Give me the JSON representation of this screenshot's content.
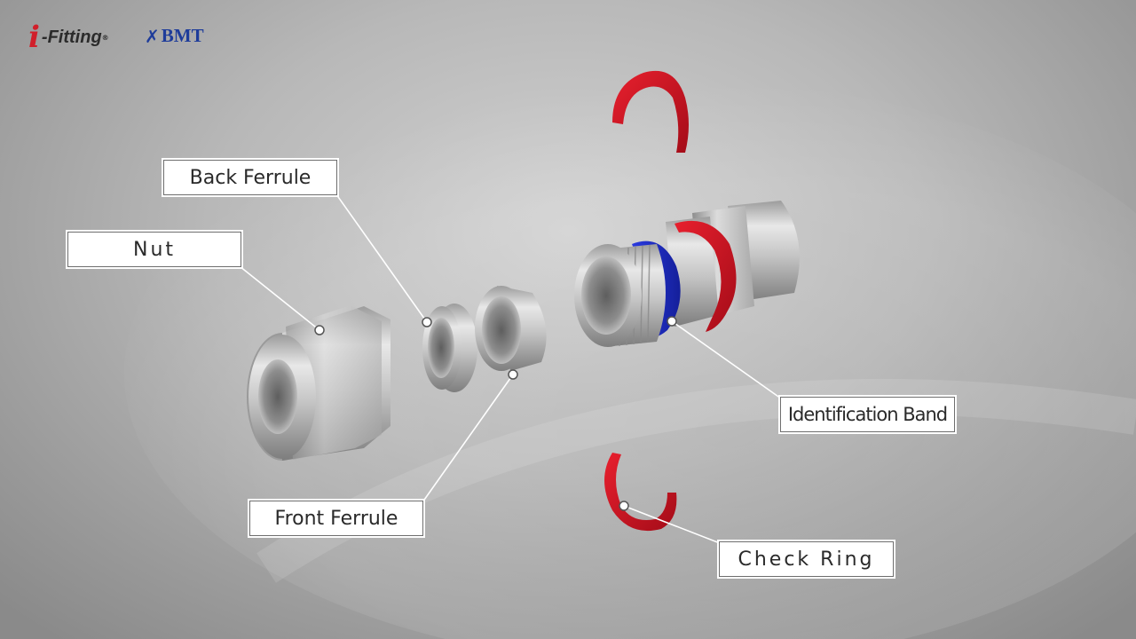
{
  "logos": {
    "ifitting": {
      "mark": "i",
      "text": "-Fitting",
      "registered": "®"
    },
    "bmt": {
      "mark": "✗",
      "text": "BMT"
    }
  },
  "labels": {
    "back_ferrule": "Back Ferrule",
    "nut": "Nut",
    "front_ferrule": "Front Ferrule",
    "identification_band": "Identification Band",
    "check_ring": "Check Ring"
  },
  "colors": {
    "check_ring_red": "#c8101e",
    "identification_band_blue": "#1f2fc8",
    "steel": "#c9c9c9",
    "label_background": "#ffffff"
  }
}
